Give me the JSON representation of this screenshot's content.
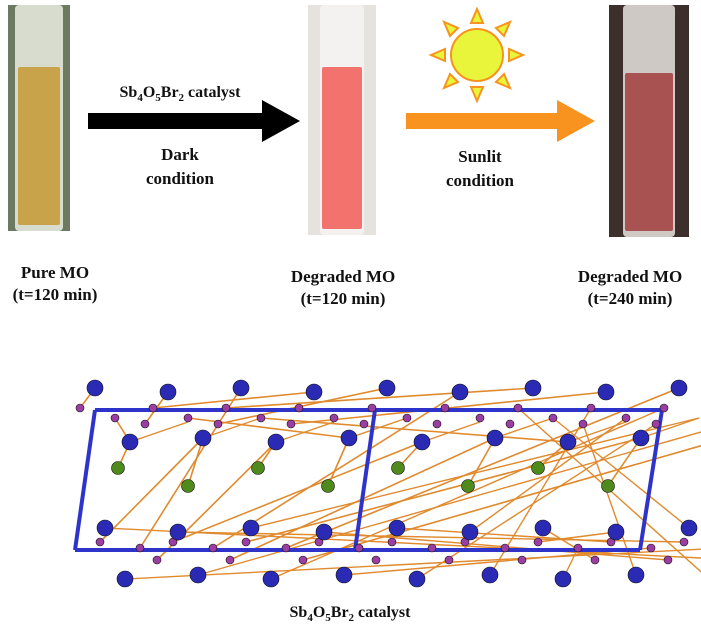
{
  "stages": [
    {
      "name_line1": "Pure MO",
      "name_line2": "(t=120 min)",
      "liquid_color": "#c9a34a"
    },
    {
      "name_line1": "Degraded MO",
      "name_line2": "(t=120 min)",
      "liquid_color": "#f2736e"
    },
    {
      "name_line1": "Degraded MO",
      "name_line2": "(t=240 min)",
      "liquid_color": "#a85252"
    }
  ],
  "arrow1": {
    "catalyst_base": "Sb",
    "s1": "4",
    "o": "O",
    "s2": "5",
    "br": "Br",
    "s3": "2",
    "catalyst_suffix": " catalyst",
    "condition_line1": "Dark",
    "condition_line2": "condition",
    "color": "#000000"
  },
  "arrow2": {
    "condition_line1": "Sunlit",
    "condition_line2": "condition",
    "color": "#f7931e"
  },
  "sun": {
    "icon": "sun-icon",
    "color": "#e8f53a",
    "ray_color": "#f7931e"
  },
  "structure": {
    "caption_base": "Sb",
    "s1": "4",
    "o": "O",
    "s2": "5",
    "br": "Br",
    "s3": "2",
    "caption_suffix": " catalyst",
    "colors": {
      "sb": "#2a2ab5",
      "o": "#9b3ea3",
      "br": "#4f8a1c",
      "cell": "#2e34c9",
      "bond": "#e08a2e"
    }
  }
}
